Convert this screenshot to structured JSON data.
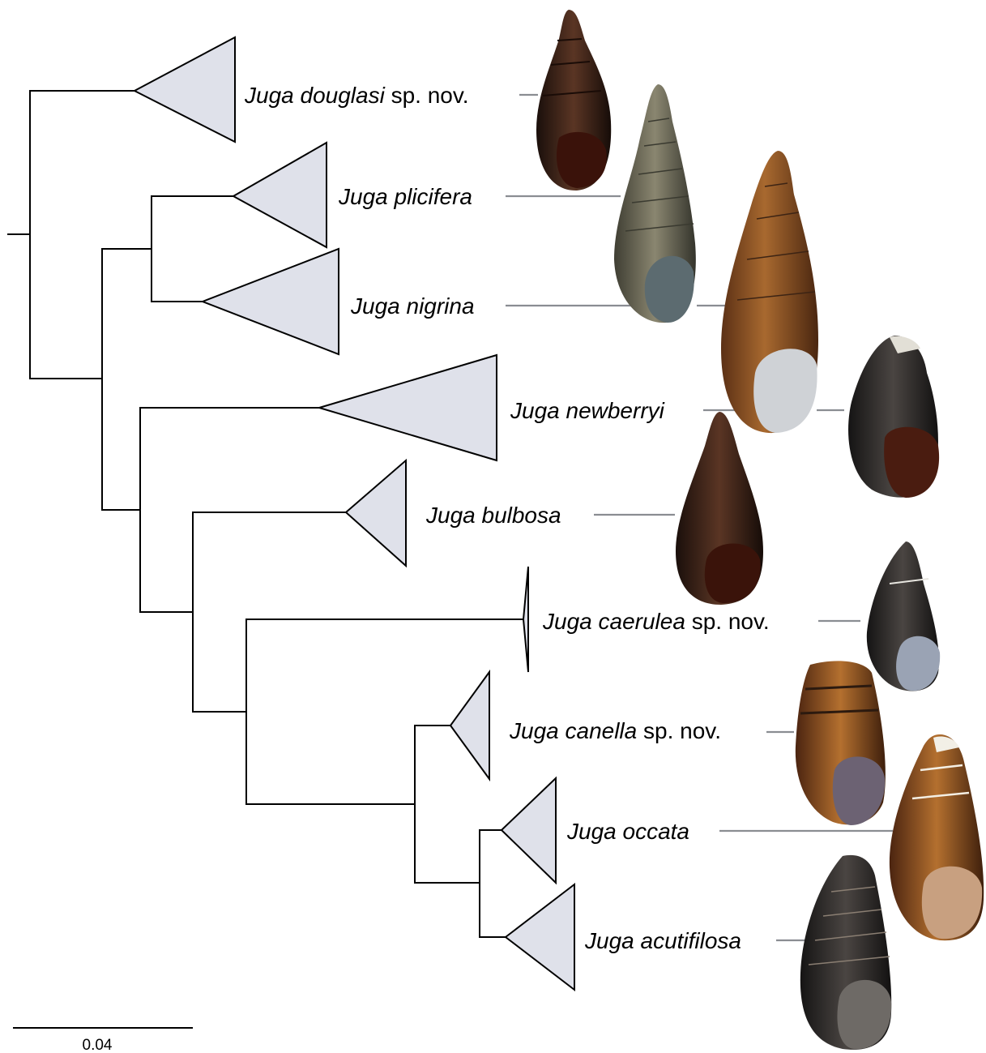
{
  "tree": {
    "taxa": [
      {
        "id": "douglasi",
        "name": "Juga douglasi",
        "suffix": "sp. nov."
      },
      {
        "id": "plicifera",
        "name": "Juga plicifera",
        "suffix": ""
      },
      {
        "id": "nigrina",
        "name": "Juga nigrina",
        "suffix": ""
      },
      {
        "id": "newberryi",
        "name": "Juga newberryi",
        "suffix": ""
      },
      {
        "id": "bulbosa",
        "name": "Juga bulbosa",
        "suffix": ""
      },
      {
        "id": "caerulea",
        "name": "Juga caerulea",
        "suffix": "sp. nov."
      },
      {
        "id": "canella",
        "name": "Juga canella",
        "suffix": "sp. nov."
      },
      {
        "id": "occata",
        "name": "Juga occata",
        "suffix": ""
      },
      {
        "id": "acutifilosa",
        "name": "Juga acutifilosa",
        "suffix": ""
      }
    ],
    "scale_bar": {
      "value": 0.04,
      "label": "0.04"
    },
    "colors": {
      "clade_fill": "#dfe1ea",
      "branch": "#000000",
      "leader": "#8a8d92"
    },
    "shell_images": [
      {
        "taxon": "douglasi",
        "depicts": "dark brown elongate shell",
        "color": "#3a1d12"
      },
      {
        "taxon": "plicifera",
        "depicts": "ribbed olive-grey shell",
        "color": "#6d6a58"
      },
      {
        "taxon": "nigrina",
        "depicts": "tall brown striated shell",
        "color": "#7a5228"
      },
      {
        "taxon": "newberryi",
        "depicts": "dark globose shell",
        "color": "#2c2622"
      },
      {
        "taxon": "bulbosa",
        "depicts": "dark brown shell",
        "color": "#2f1a12"
      },
      {
        "taxon": "caerulea",
        "depicts": "dark shell bluish aperture",
        "color": "#2e2e30"
      },
      {
        "taxon": "canella",
        "depicts": "brown eroded shell",
        "color": "#5a3a22"
      },
      {
        "taxon": "occata",
        "depicts": "brown banded shell",
        "color": "#7a4a22"
      },
      {
        "taxon": "acutifilosa",
        "depicts": "dark ribbed shell",
        "color": "#3a3530"
      }
    ]
  }
}
